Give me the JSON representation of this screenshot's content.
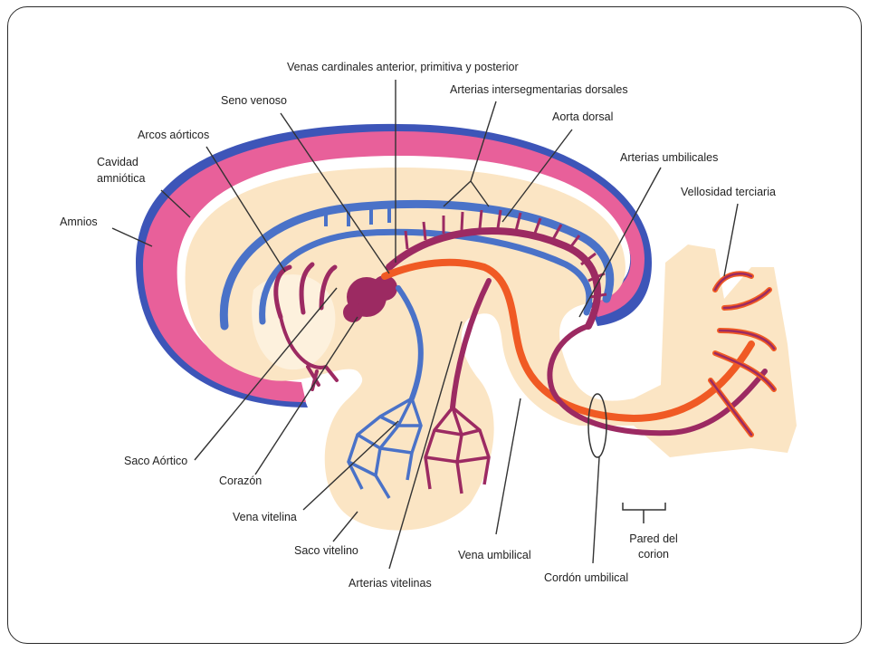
{
  "labels": {
    "venas_cardinales": "Venas cardinales anterior, primitiva y posterior",
    "arterias_intersegmentarias": "Arterias intersegmentarias dorsales",
    "seno_venoso": "Seno venoso",
    "aorta_dorsal": "Aorta dorsal",
    "arcos_aorticos": "Arcos aórticos",
    "cavidad_amniotica_1": "Cavidad",
    "cavidad_amniotica_2": "amniótica",
    "arterias_umbilicales": "Arterias umbilicales",
    "vellosidad_terciaria": "Vellosidad terciaria",
    "amnios": "Amnios",
    "saco_aortico": "Saco Aórtico",
    "corazon": "Corazón",
    "vena_vitelina": "Vena vitelina",
    "saco_vitelino": "Saco vitelino",
    "vena_umbilical": "Vena umbilical",
    "cordon_umbilical": "Cordón umbilical",
    "pared_corion_1": "Pared del",
    "pared_corion_2": "corion",
    "arterias_vitelinas": "Arterias vitelinas"
  },
  "colors": {
    "amnion_pink": "#e8609a",
    "amnion_blue": "#3d55b8",
    "tissue": "#fbe5c4",
    "vein_blue": "#4a72c8",
    "artery_purple": "#9c2a62",
    "umbilical_orange": "#f05a24",
    "leader_line": "#333333"
  }
}
